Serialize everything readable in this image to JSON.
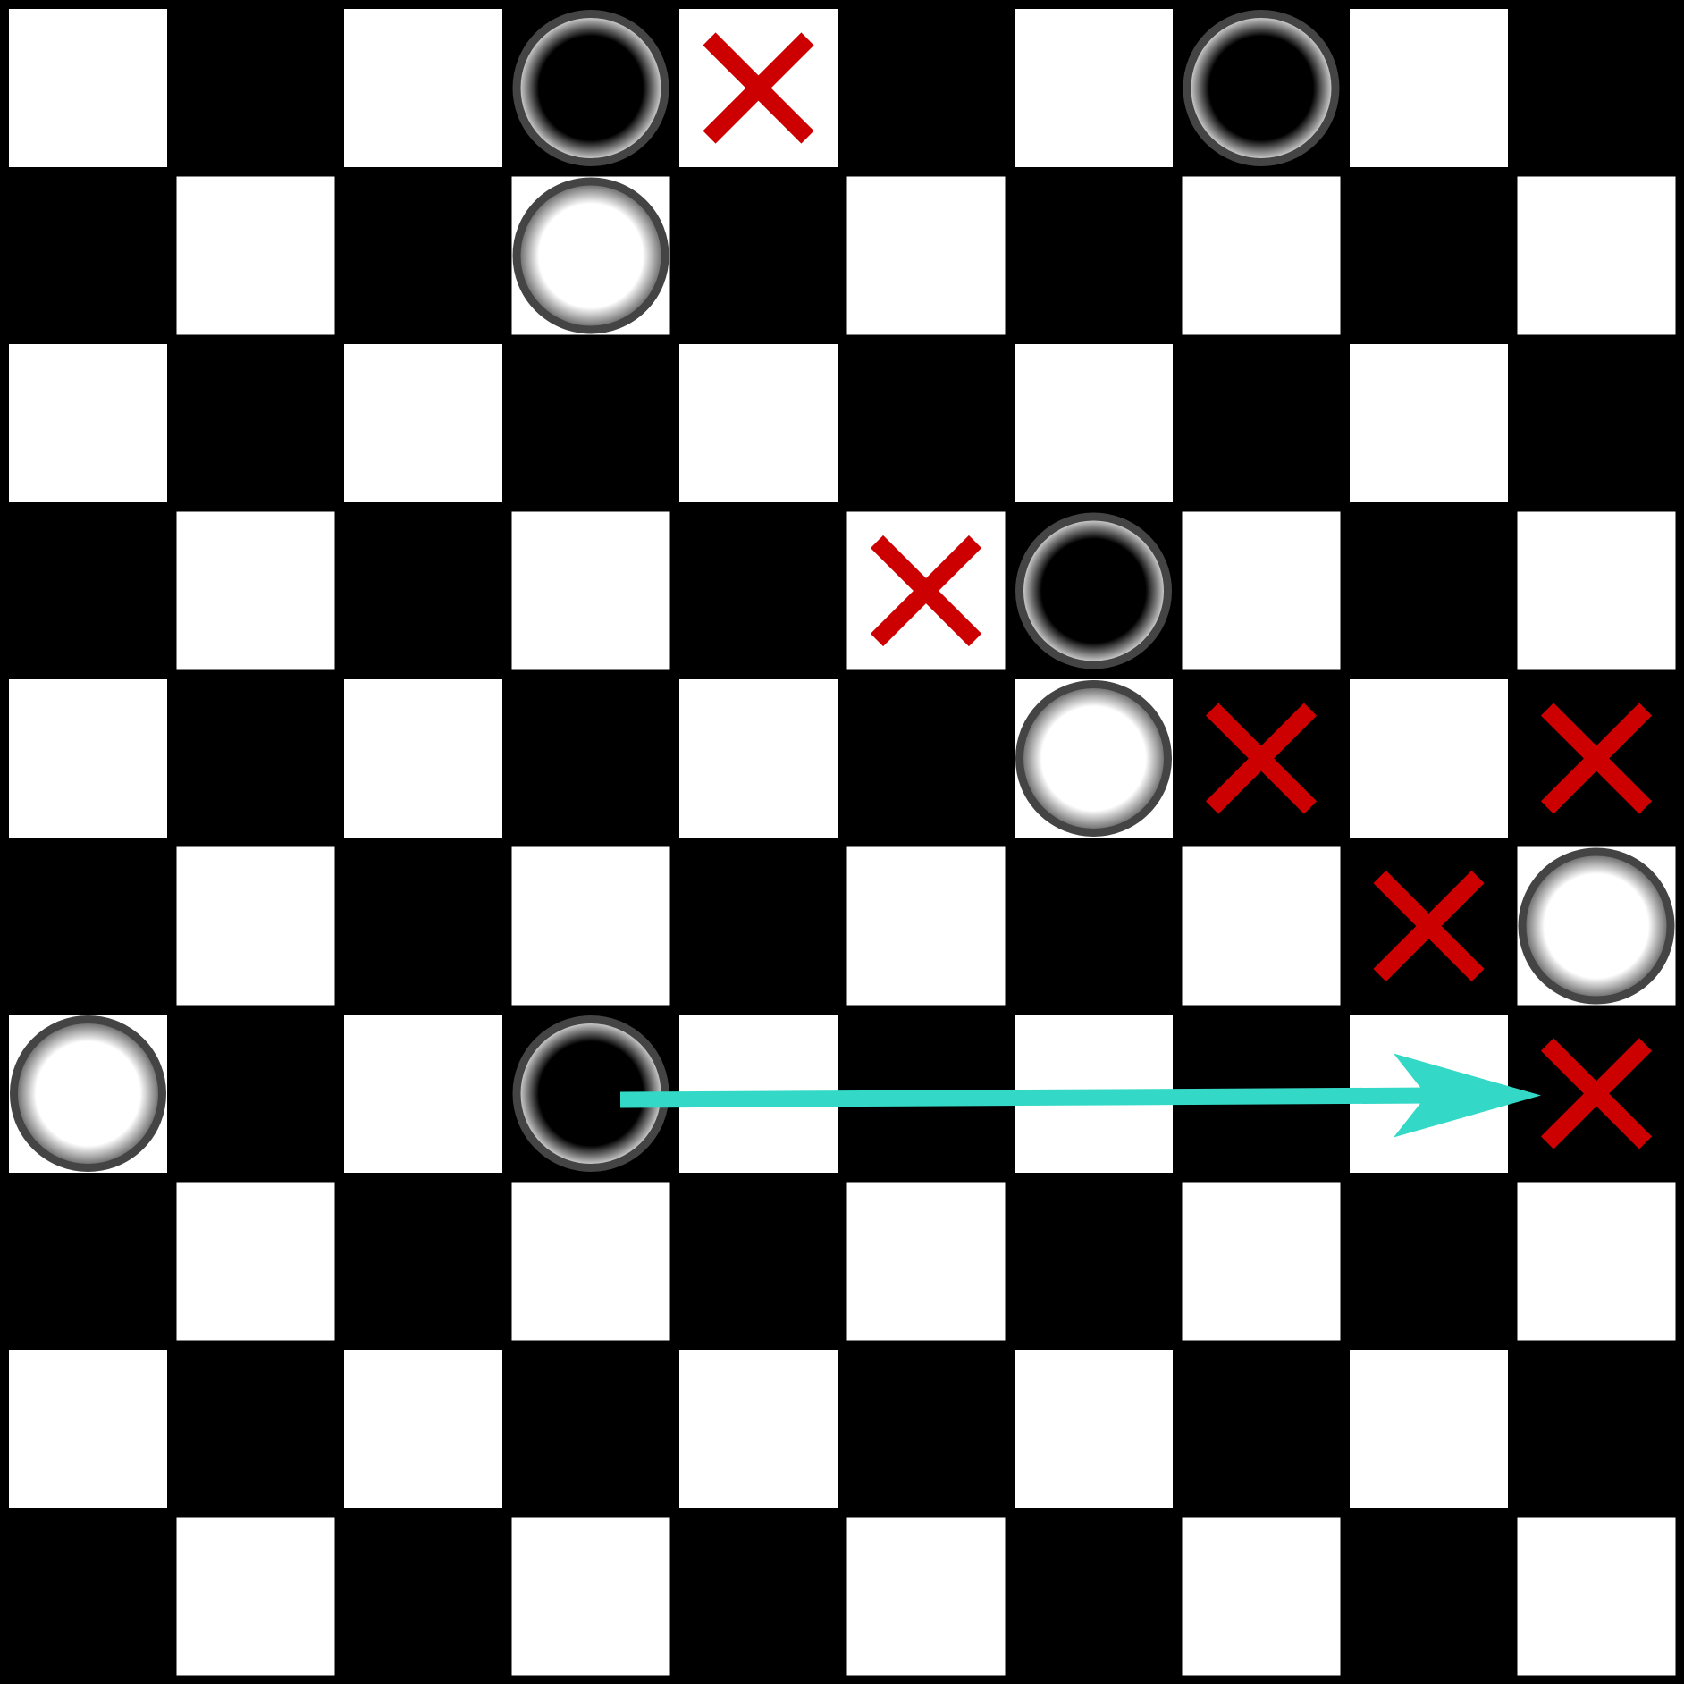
{
  "board": {
    "size": 10,
    "light_color": "#ffffff",
    "dark_color": "#000000",
    "top_left_square": "light"
  },
  "pieces": [
    {
      "color": "black",
      "row": 0,
      "col": 3
    },
    {
      "color": "black",
      "row": 0,
      "col": 7
    },
    {
      "color": "white",
      "row": 1,
      "col": 3
    },
    {
      "color": "black",
      "row": 3,
      "col": 6
    },
    {
      "color": "white",
      "row": 4,
      "col": 6
    },
    {
      "color": "white",
      "row": 5,
      "col": 9
    },
    {
      "color": "white",
      "row": 6,
      "col": 0
    },
    {
      "color": "black",
      "row": 6,
      "col": 3
    }
  ],
  "markers": [
    {
      "row": 0,
      "col": 4
    },
    {
      "row": 3,
      "col": 5
    },
    {
      "row": 4,
      "col": 7
    },
    {
      "row": 4,
      "col": 9
    },
    {
      "row": 5,
      "col": 8
    },
    {
      "row": 6,
      "col": 9
    }
  ],
  "move_arrow": {
    "from": {
      "row": 6,
      "col": 3
    },
    "to": {
      "row": 6,
      "col": 9
    },
    "color": "#33d9c6"
  },
  "colors": {
    "marker": "#cc0000",
    "piece_outline": "#444444",
    "black_piece_fill": "#000000",
    "white_piece_fill": "#ffffff"
  },
  "icons": {
    "piece": "checker-piece-icon",
    "marker": "cross-mark-icon",
    "arrow": "move-arrow-icon"
  }
}
